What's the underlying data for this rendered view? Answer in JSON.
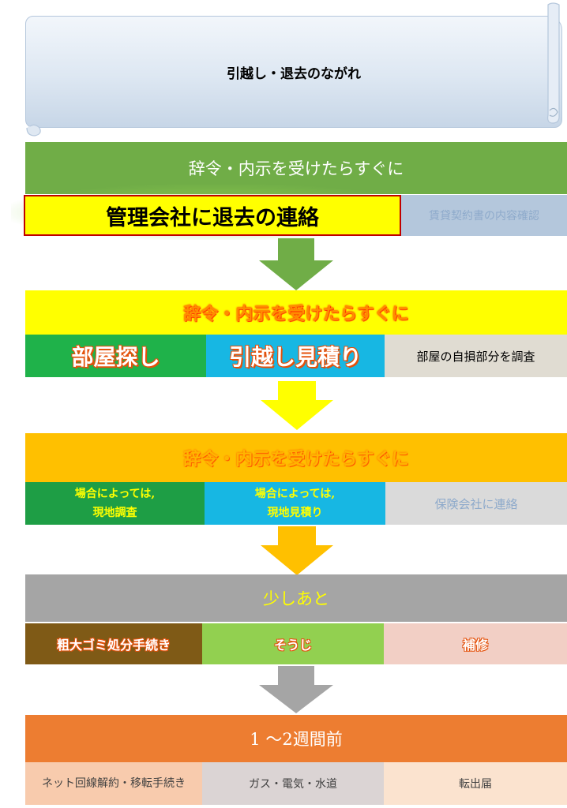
{
  "title": "引越し・退去のながれ",
  "stages": [
    {
      "header": "辞令・内示を受けたらすぐに",
      "cells": [
        "管理会社に退去の連絡",
        "賃貸契約書の内容確認"
      ]
    },
    {
      "header": "辞令・内示を受けたらすぐに",
      "cells": [
        "部屋探し",
        "引越し見積り",
        "部屋の自損部分を調査"
      ]
    },
    {
      "header": "辞令・内示を受けたらすぐに",
      "cells": [
        "場合によっては,\n現地調査",
        "場合によっては,\n現地見積り",
        "保険会社に連絡"
      ]
    },
    {
      "header": "少しあと",
      "cells": [
        "粗大ゴミ処分手続き",
        "そうじ",
        "補修"
      ]
    },
    {
      "header": "1 ～2週間前",
      "cells": [
        "ネット回線解約・移転手続き",
        "ガス・電気・水道",
        "転出届"
      ]
    }
  ],
  "colors": {
    "stage1": "#70ad47",
    "stage2": "#ffff00",
    "stage3": "#ffc000",
    "stage4": "#a5a5a5",
    "stage5": "#ed7d31"
  }
}
